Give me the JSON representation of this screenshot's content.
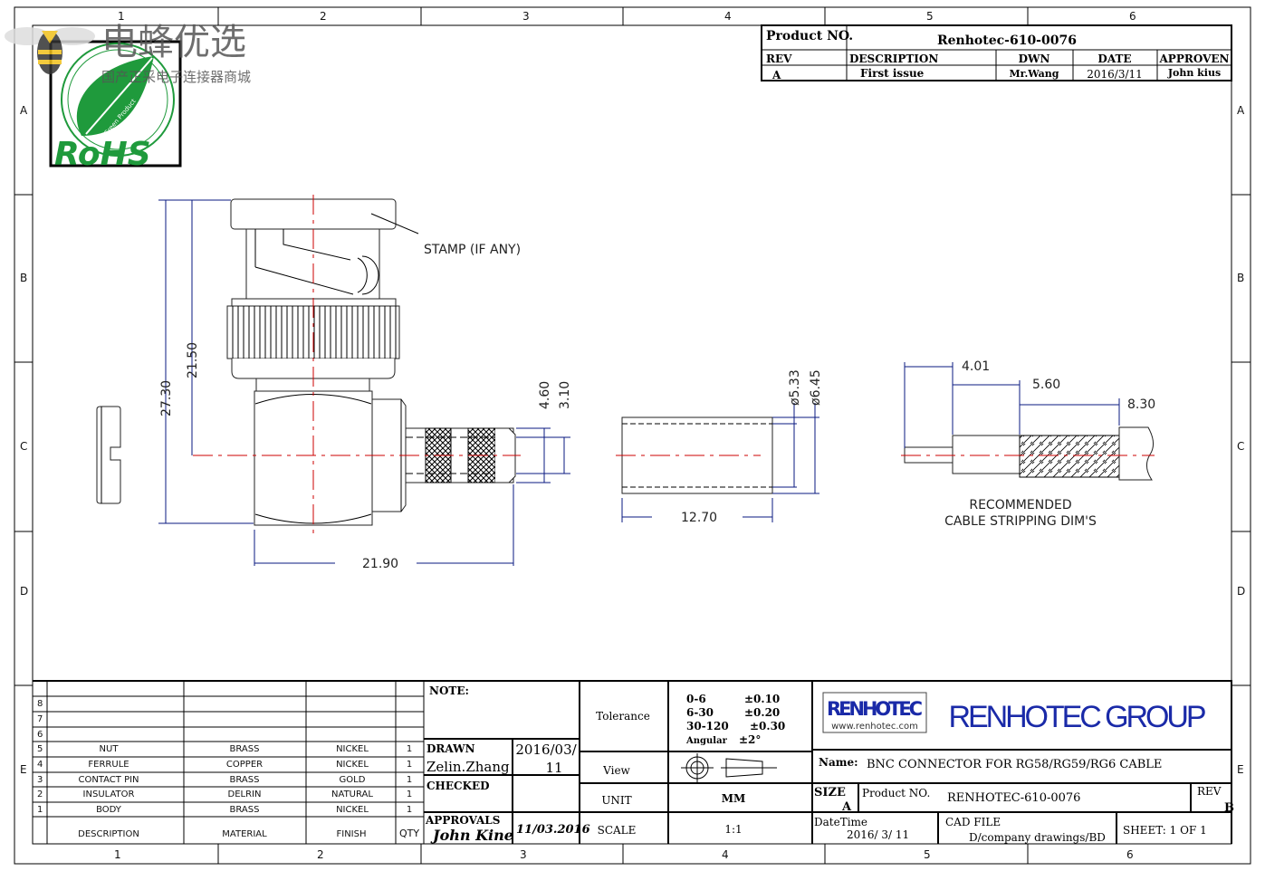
{
  "logo": {
    "brand_cn": "电蜂优选",
    "tagline_cn": "国产正采电子连接器商城",
    "rohs": "RoHS",
    "rohs_sub": "Green Product"
  },
  "grid": {
    "columns": [
      "1",
      "2",
      "3",
      "4",
      "5",
      "6"
    ],
    "rows": [
      "A",
      "B",
      "C",
      "D",
      "E"
    ]
  },
  "revision_block": {
    "product_no_label": "Product NO.",
    "product_no": "Renhotec-610-0076",
    "headers": [
      "REV",
      "DESCRIPTION",
      "DWN",
      "DATE",
      "APPROVEN"
    ],
    "row": [
      "A",
      "First issue",
      "Mr.Wang",
      "2016/3/11",
      "John kius"
    ]
  },
  "drawing": {
    "stamp_label": "STAMP (IF ANY)",
    "dims": {
      "h_total": "27.30",
      "h_center": "21.50",
      "w_total": "21.90",
      "d_outer": "4.60",
      "d_inner": "3.10",
      "ferrule_d1": "ø5.33",
      "ferrule_d2": "ø6.45",
      "ferrule_len": "12.70",
      "strip1": "4.01",
      "strip2": "5.60",
      "strip3": "8.30"
    },
    "strip_caption": [
      "RECOMMENDED",
      "CABLE STRIPPING DIM'S"
    ]
  },
  "bom": {
    "row_numbers": [
      "8",
      "7",
      "6",
      "5",
      "4",
      "3",
      "2",
      "1"
    ],
    "rows": [
      {
        "n": "5",
        "desc": "NUT",
        "material": "BRASS",
        "finish": "NICKEL",
        "qty": "1"
      },
      {
        "n": "4",
        "desc": "FERRULE",
        "material": "COPPER",
        "finish": "NICKEL",
        "qty": "1"
      },
      {
        "n": "3",
        "desc": "CONTACT PIN",
        "material": "BRASS",
        "finish": "GOLD",
        "qty": "1"
      },
      {
        "n": "2",
        "desc": "INSULATOR",
        "material": "DELRIN",
        "finish": "NATURAL",
        "qty": "1"
      },
      {
        "n": "1",
        "desc": "BODY",
        "material": "BRASS",
        "finish": "NICKEL",
        "qty": "1"
      }
    ],
    "headers": {
      "desc": "DESCRIPTION",
      "material": "MATERIAL",
      "finish": "FINISH",
      "qty": "QTY"
    }
  },
  "notes": {
    "note_label": "NOTE:",
    "drawn_label": "DRAWN",
    "drawn_by": "Zelin.Zhang",
    "drawn_date_1": "2016/03/",
    "drawn_date_2": "11",
    "checked_label": "CHECKED",
    "approvals_label": "APPROVALS",
    "approver_signature": "John Kine",
    "approval_date": "11/03.2016"
  },
  "tolerance": {
    "label": "Tolerance",
    "lines": [
      [
        "0-6",
        "±0.10"
      ],
      [
        "6-30",
        "±0.20"
      ],
      [
        "30-120",
        "±0.30"
      ]
    ],
    "angular_label": "Angular",
    "angular": "±2°",
    "view_label": "View",
    "unit_label": "UNIT",
    "unit": "MM",
    "scale_label": "SCALE",
    "scale": "1:1"
  },
  "title_block": {
    "logo_text": "RENHOTEC",
    "logo_url": "www.renhotec.com",
    "group": "RENHOTEC GROUP",
    "name_label": "Name:",
    "name": "BNC CONNECTOR FOR RG58/RG59/RG6 CABLE",
    "size_label": "SIZE",
    "size": "A",
    "product_label": "Product NO.",
    "product": "RENHOTEC-610-0076",
    "rev_label": "REV",
    "rev": "B",
    "datetime_label": "DateTime",
    "datetime": "2016/ 3/ 11",
    "cad_label": "CAD FILE",
    "cad": "D/company drawings/BD",
    "sheet": "SHEET:  1 OF 1"
  },
  "colors": {
    "brand_red": "#d9141b",
    "brand_blue": "#1a2aa8",
    "rohs_green": "#1f9a3c",
    "centerline": "#cc0000",
    "dimension": "#0a1a80"
  }
}
